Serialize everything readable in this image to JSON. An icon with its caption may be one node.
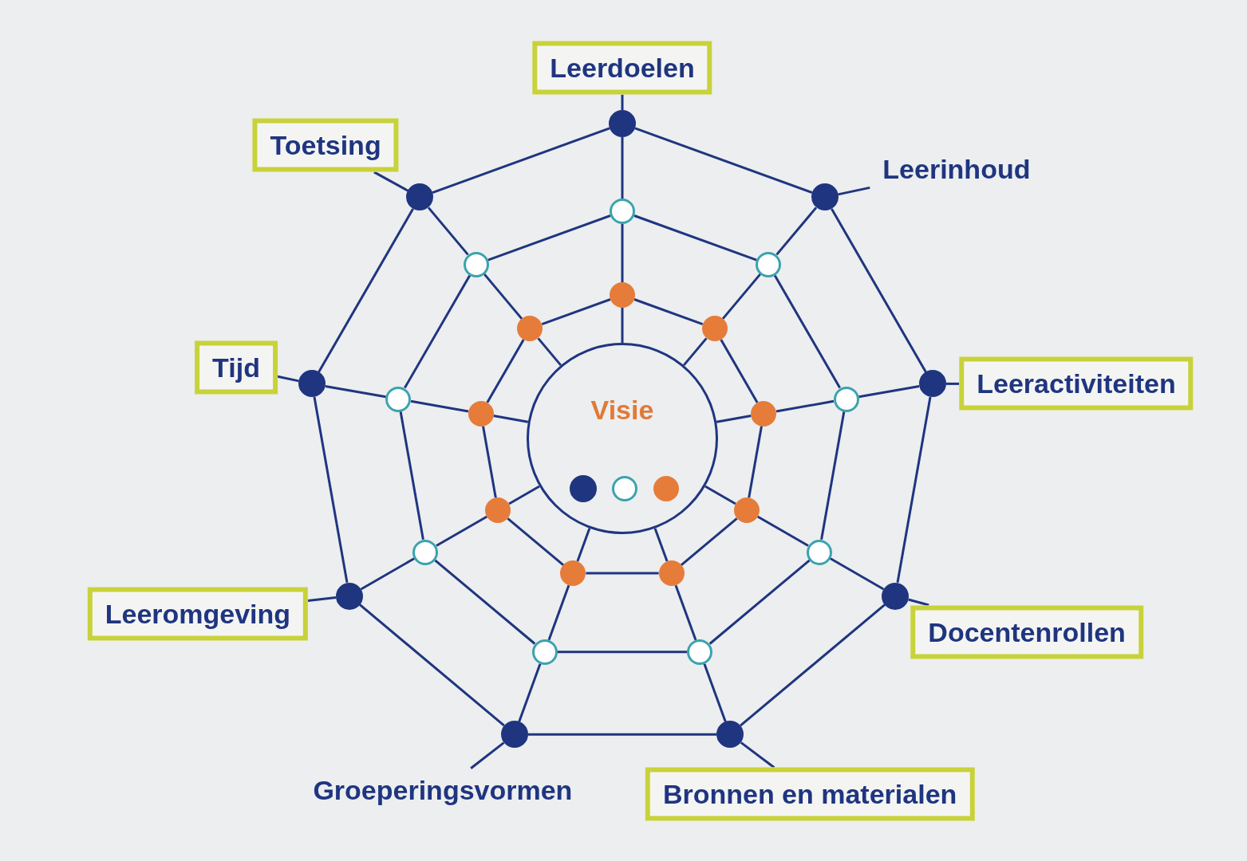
{
  "diagram": {
    "nodes": [
      {
        "text": [
          "Leerdoelen"
        ]
      },
      {
        "text": [
          "Leerinhoud"
        ]
      },
      {
        "text": [
          "Leeractiviteiten"
        ]
      },
      {
        "text": [
          "Docentenrollen"
        ]
      },
      {
        "text": [
          "Bronnen en materialen"
        ]
      },
      {
        "text": [
          "Groeperingsvormen"
        ]
      },
      {
        "text": [
          "Leeromgeving"
        ]
      },
      {
        "text": [
          "Tijd"
        ]
      },
      {
        "text": [
          "Toetsing"
        ]
      },
      {
        "text": [
          "Visie"
        ]
      },
      {
        "text": [],
        "shape": "circle",
        "in": 9
      },
      {
        "text": [],
        "shape": "circle",
        "in": 9
      },
      {
        "text": [],
        "shape": "circle",
        "in": 9
      },
      {
        "text": [],
        "shape": "circle"
      },
      {
        "text": [],
        "shape": "circle"
      },
      {
        "text": [],
        "shape": "circle"
      },
      {
        "text": [],
        "shape": "circle"
      },
      {
        "text": [],
        "shape": "circle"
      },
      {
        "text": [],
        "shape": "circle"
      },
      {
        "text": [],
        "shape": "circle"
      },
      {
        "text": [],
        "shape": "circle"
      },
      {
        "text": [],
        "shape": "circle"
      },
      {
        "text": [],
        "shape": "circle"
      },
      {
        "text": [],
        "shape": "circle"
      },
      {
        "text": [],
        "shape": "circle"
      },
      {
        "text": [],
        "shape": "circle"
      },
      {
        "text": [],
        "shape": "circle"
      },
      {
        "text": [],
        "shape": "circle"
      },
      {
        "text": [],
        "shape": "circle"
      },
      {
        "text": [],
        "shape": "circle"
      },
      {
        "text": [],
        "shape": "circle"
      },
      {
        "text": [],
        "shape": "circle"
      },
      {
        "text": [],
        "shape": "circle"
      },
      {
        "text": [],
        "shape": "circle"
      },
      {
        "text": [],
        "shape": "circle"
      },
      {
        "text": [],
        "shape": "circle"
      },
      {
        "text": [],
        "shape": "circle"
      },
      {
        "text": [],
        "shape": "circle"
      },
      {
        "text": [],
        "shape": "circle"
      },
      {
        "text": [],
        "shape": "circle"
      }
    ],
    "edges": [
      {
        "from": 0,
        "to": 13,
        "arrow": "none"
      },
      {
        "from": 1,
        "to": 14,
        "arrow": "none"
      },
      {
        "from": 2,
        "to": 15,
        "arrow": "none"
      },
      {
        "from": 3,
        "to": 16,
        "arrow": "none"
      },
      {
        "from": 4,
        "to": 17,
        "arrow": "none"
      },
      {
        "from": 5,
        "to": 18,
        "arrow": "none"
      },
      {
        "from": 6,
        "to": 19,
        "arrow": "none"
      },
      {
        "from": 7,
        "to": 20,
        "arrow": "none"
      },
      {
        "from": 8,
        "to": 21,
        "arrow": "none"
      },
      {
        "from": 13,
        "to": 22,
        "arrow": "none"
      },
      {
        "from": 14,
        "to": 23,
        "arrow": "none"
      },
      {
        "from": 15,
        "to": 24,
        "arrow": "none"
      },
      {
        "from": 16,
        "to": 25,
        "arrow": "none"
      },
      {
        "from": 17,
        "to": 26,
        "arrow": "none"
      },
      {
        "from": 18,
        "to": 27,
        "arrow": "none"
      },
      {
        "from": 19,
        "to": 28,
        "arrow": "none"
      },
      {
        "from": 20,
        "to": 29,
        "arrow": "none"
      },
      {
        "from": 21,
        "to": 30,
        "arrow": "none"
      },
      {
        "from": 22,
        "to": 31,
        "arrow": "none"
      },
      {
        "from": 23,
        "to": 32,
        "arrow": "none"
      },
      {
        "from": 24,
        "to": 33,
        "arrow": "none"
      },
      {
        "from": 25,
        "to": 34,
        "arrow": "none"
      },
      {
        "from": 26,
        "to": 35,
        "arrow": "none"
      },
      {
        "from": 27,
        "to": 36,
        "arrow": "none"
      },
      {
        "from": 28,
        "to": 37,
        "arrow": "none"
      },
      {
        "from": 29,
        "to": 38,
        "arrow": "none"
      },
      {
        "from": 30,
        "to": 39,
        "arrow": "none"
      },
      {
        "from": 31,
        "to": 9,
        "arrow": "none"
      },
      {
        "from": 32,
        "to": 9,
        "arrow": "none"
      },
      {
        "from": 33,
        "to": 9,
        "arrow": "none"
      },
      {
        "from": 34,
        "to": 9,
        "arrow": "none"
      },
      {
        "from": 35,
        "to": 9,
        "arrow": "none"
      },
      {
        "from": 36,
        "to": 9,
        "arrow": "none"
      },
      {
        "from": 37,
        "to": 9,
        "arrow": "none"
      },
      {
        "from": 38,
        "to": 9,
        "arrow": "none"
      },
      {
        "from": 39,
        "to": 9,
        "arrow": "none"
      },
      {
        "from": 13,
        "to": 14,
        "arrow": "none"
      },
      {
        "from": 14,
        "to": 15,
        "arrow": "none"
      },
      {
        "from": 15,
        "to": 16,
        "arrow": "none"
      },
      {
        "from": 16,
        "to": 17,
        "arrow": "none"
      },
      {
        "from": 17,
        "to": 18,
        "arrow": "none"
      },
      {
        "from": 18,
        "to": 19,
        "arrow": "none"
      },
      {
        "from": 19,
        "to": 20,
        "arrow": "none"
      },
      {
        "from": 20,
        "to": 21,
        "arrow": "none"
      },
      {
        "from": 21,
        "to": 13,
        "arrow": "none"
      },
      {
        "from": 22,
        "to": 23,
        "arrow": "none"
      },
      {
        "from": 23,
        "to": 24,
        "arrow": "none"
      },
      {
        "from": 24,
        "to": 25,
        "arrow": "none"
      },
      {
        "from": 25,
        "to": 26,
        "arrow": "none"
      },
      {
        "from": 26,
        "to": 27,
        "arrow": "none"
      },
      {
        "from": 27,
        "to": 28,
        "arrow": "none"
      },
      {
        "from": 28,
        "to": 29,
        "arrow": "none"
      },
      {
        "from": 29,
        "to": 30,
        "arrow": "none"
      },
      {
        "from": 30,
        "to": 22,
        "arrow": "none"
      },
      {
        "from": 31,
        "to": 32,
        "arrow": "none"
      },
      {
        "from": 32,
        "to": 33,
        "arrow": "none"
      },
      {
        "from": 33,
        "to": 34,
        "arrow": "none"
      },
      {
        "from": 34,
        "to": 35,
        "arrow": "none"
      },
      {
        "from": 35,
        "to": 36,
        "arrow": "none"
      },
      {
        "from": 36,
        "to": 37,
        "arrow": "none"
      },
      {
        "from": 37,
        "to": 38,
        "arrow": "none"
      },
      {
        "from": 38,
        "to": 39,
        "arrow": "none"
      },
      {
        "from": 39,
        "to": 31,
        "arrow": "none"
      }
    ]
  }
}
